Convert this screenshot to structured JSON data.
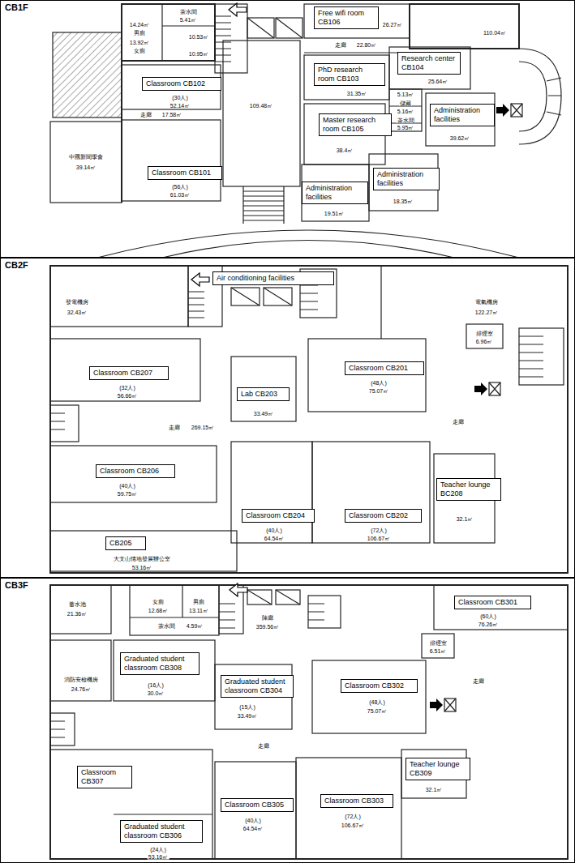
{
  "diagram": {
    "nodes": [
      {
        "text": [
          "CB1F"
        ]
      },
      {
        "text": [
          "Free wifi room CB106"
        ],
        "in": 0
      },
      {
        "text": [
          "Classroom CB102"
        ],
        "in": 0
      },
      {
        "text": [
          "PhD research room CB103"
        ],
        "in": 0
      },
      {
        "text": [
          "Research center CB104"
        ],
        "in": 0
      },
      {
        "text": [
          "Administration facilities"
        ],
        "in": 0
      },
      {
        "text": [
          "Master research room CB105"
        ],
        "in": 0
      },
      {
        "text": [
          "Classroom CB101"
        ],
        "in": 0
      },
      {
        "text": [
          "Administration facilities"
        ],
        "in": 0
      },
      {
        "text": [
          "Administration facilities"
        ],
        "in": 0
      },
      {
        "text": [
          "CB2F"
        ]
      },
      {
        "text": [
          "Air conditioning facilities"
        ],
        "in": 10
      },
      {
        "text": [
          "Classroom CB207"
        ],
        "in": 10
      },
      {
        "text": [
          "Lab CB203"
        ],
        "in": 10
      },
      {
        "text": [
          "Classroom CB201"
        ],
        "in": 10
      },
      {
        "text": [
          "Classroom CB206"
        ],
        "in": 10
      },
      {
        "text": [
          "Classroom CB204"
        ],
        "in": 10
      },
      {
        "text": [
          "Classroom CB202"
        ],
        "in": 10
      },
      {
        "text": [
          "Teacher lounge BC208"
        ],
        "in": 10
      },
      {
        "text": [
          "CB205"
        ],
        "in": 10
      },
      {
        "text": [
          "CB3F"
        ]
      },
      {
        "text": [
          "Classroom CB301"
        ],
        "in": 20
      },
      {
        "text": [
          "Graduated student classroom CB308"
        ],
        "in": 20
      },
      {
        "text": [
          "Graduated student classroom CB304"
        ],
        "in": 20
      },
      {
        "text": [
          "Classroom CB302"
        ],
        "in": 20
      },
      {
        "text": [
          "Classroom CB307"
        ],
        "in": 20
      },
      {
        "text": [
          "Classroom CB305"
        ],
        "in": 20
      },
      {
        "text": [
          "Classroom CB303"
        ],
        "in": 20
      },
      {
        "text": [
          "Teacher lounge CB309"
        ],
        "in": 20
      },
      {
        "text": [
          "Graduated student classroom CB306"
        ],
        "in": 20
      }
    ],
    "labels": [
      "茶水間",
      "5.41㎡",
      "14.24㎡",
      "男廁",
      "13.92㎡",
      "女廁",
      "10.53㎡",
      "10.95㎡",
      "26.27㎡",
      "走廊",
      "22.80㎡",
      "110.04㎡",
      "(30人)",
      "52.14㎡",
      "109.48㎡",
      "31.35㎡",
      "25.64㎡",
      "5.13㎡",
      "儲藏",
      "5.16㎡",
      "茶水間",
      "5.95㎡",
      "39.62㎡",
      "38.4㎡",
      "走廊",
      "17.58㎡",
      "中國新聞學會",
      "39.14㎡",
      "(56人)",
      "61.03㎡",
      "18.35㎡",
      "19.51㎡",
      "發電機房",
      "32.43㎡",
      "電氣機房",
      "122.27㎡",
      "排煙室",
      "6.96㎡",
      "(32人)",
      "56.66㎡",
      "33.49㎡",
      "(48人)",
      "75.07㎡",
      "走廊",
      "269.15㎡",
      "走廊",
      "(40人)",
      "59.75㎡",
      "(40人)",
      "64.54㎡",
      "(72人)",
      "106.67㎡",
      "32.1㎡",
      "大文山情地發展辦公室",
      "53.16㎡",
      "蓄水池",
      "21.36㎡",
      "女廁",
      "12.68㎡",
      "男廁",
      "13.11㎡",
      "茶水間",
      "4.59㎡",
      "陣廊",
      "359.56㎡",
      "(60人)",
      "76.26㎡",
      "排煙室",
      "6.51㎡",
      "消防安檢機房",
      "24.76㎡",
      "(16人)",
      "30.0㎡",
      "(15人)",
      "33.49㎡",
      "(48人)",
      "75.07㎡",
      "走廊",
      "走廊",
      "(40人)",
      "64.54㎡",
      "(72人)",
      "106.67㎡",
      "32.1㎡",
      "(24人)",
      "53.16㎡"
    ]
  }
}
